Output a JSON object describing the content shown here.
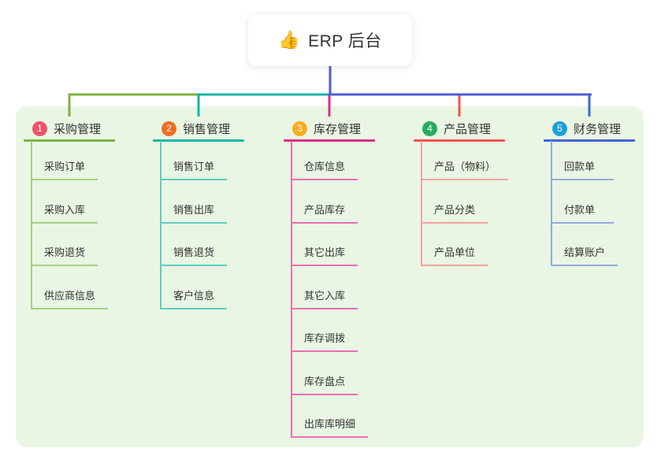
{
  "root": {
    "icon": "👍",
    "title": "ERP 后台"
  },
  "colors": {
    "canvas_bg": "#ffffff",
    "panel_bg": "#e9f6e3",
    "trunk_line": "#4d5ed2",
    "text": "#333333"
  },
  "branches": [
    {
      "num": "1",
      "label": "采购管理",
      "badge_color": "#f0536b",
      "line_color": "#7cb342",
      "sub_line_color": "#a3d184",
      "items": [
        "采购订单",
        "采购入库",
        "采购退货",
        "供应商信息"
      ]
    },
    {
      "num": "2",
      "label": "销售管理",
      "badge_color": "#f26d22",
      "line_color": "#10b5a8",
      "sub_line_color": "#5fcdc3",
      "items": [
        "销售订单",
        "销售出库",
        "销售退货",
        "客户信息"
      ]
    },
    {
      "num": "3",
      "label": "库存管理",
      "badge_color": "#fbab1c",
      "line_color": "#da2d8c",
      "sub_line_color": "#ec6eb4",
      "items": [
        "仓库信息",
        "产品库存",
        "其它出库",
        "其它入库",
        "库存调拨",
        "库存盘点",
        "出库库明细"
      ]
    },
    {
      "num": "4",
      "label": "产品管理",
      "badge_color": "#27ae60",
      "line_color": "#f4534e",
      "sub_line_color": "#f8a29d",
      "items": [
        "产品（物料）",
        "产品分类",
        "产品单位"
      ]
    },
    {
      "num": "5",
      "label": "财务管理",
      "badge_color": "#1d9fdb",
      "line_color": "#3f66d4",
      "sub_line_color": "#92a9e2",
      "items": [
        "回款单",
        "付款单",
        "结算账户"
      ]
    }
  ]
}
